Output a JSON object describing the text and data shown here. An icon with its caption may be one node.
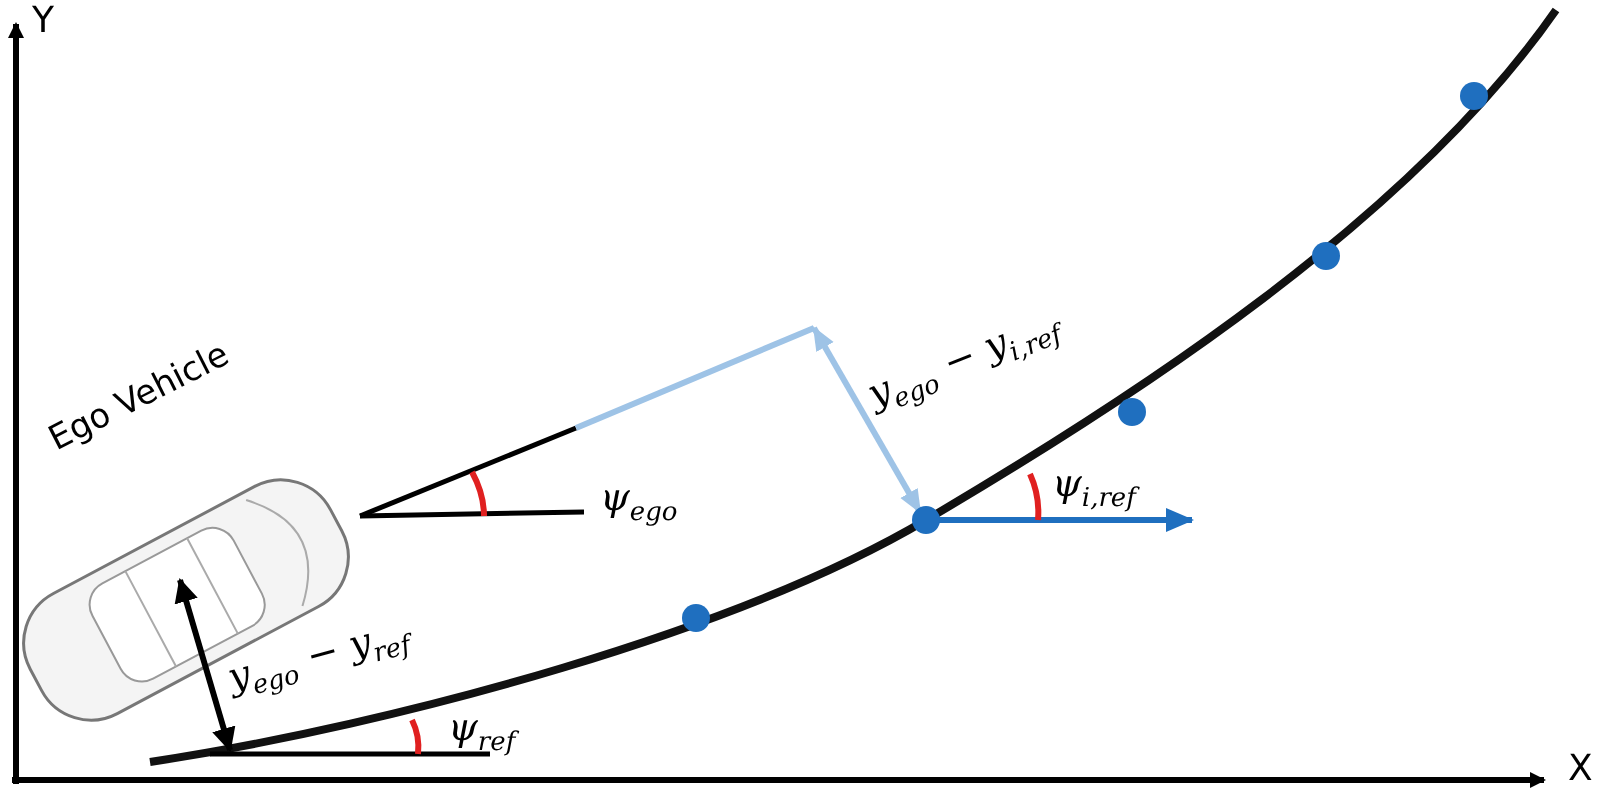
{
  "diagram": {
    "labels": [
      "Y",
      "X",
      "Ego Vehicle",
      "ψ$_{ego}$",
      "y$_{ego}$ − y$_{i,ref}$",
      "ψ$_{i,ref}$",
      "y$_{ego}$ − y$_{ref}$",
      "ψ$_{ref}$"
    ]
  }
}
